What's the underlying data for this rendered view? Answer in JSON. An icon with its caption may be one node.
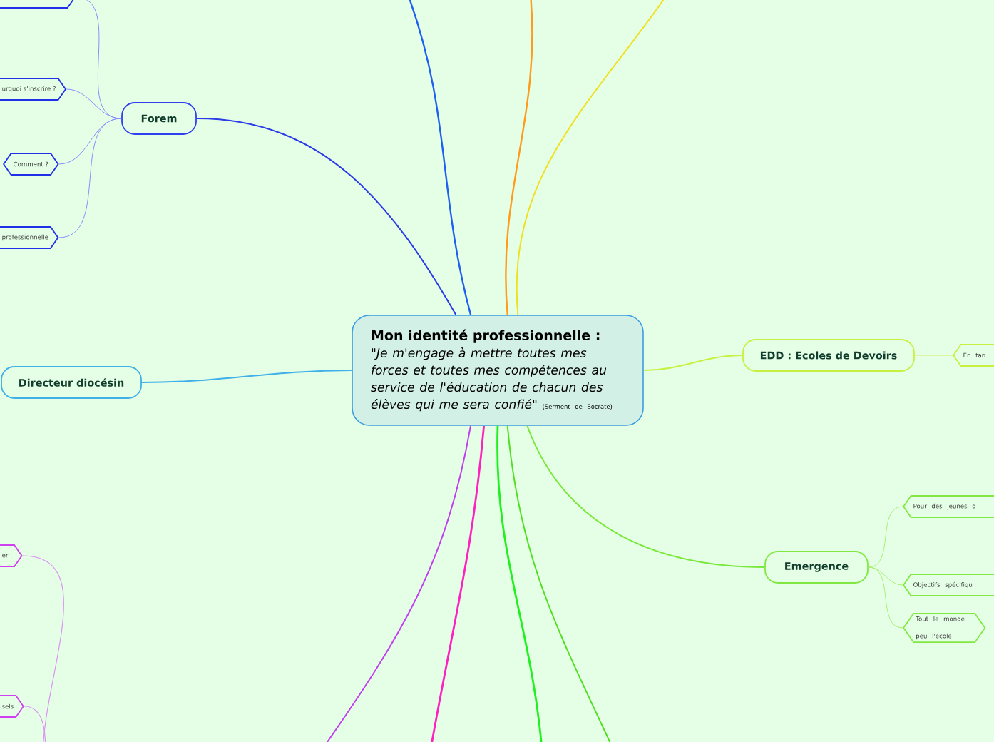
{
  "diagram": {
    "nodes": [
      {
        "text": [
          "Mon identité professionnelle :",
          "\"Je m'engage à mettre toutes mes forces et toutes mes compétences au service de l'éducation de chacun des élèves qui me sera confié\"",
          "(Serment de Socrate)"
        ]
      },
      {
        "text": [
          "Forem"
        ]
      },
      {
        "text": [],
        "shape": "box"
      },
      {
        "text": [
          "urquoi s'inscrire ?"
        ]
      },
      {
        "text": [
          "Comment ?"
        ]
      },
      {
        "text": [
          "professionnelle"
        ]
      },
      {
        "text": [
          "Directeur diocésin"
        ]
      },
      {
        "text": [
          "er :"
        ]
      },
      {
        "text": [
          "sels"
        ]
      },
      {
        "text": [
          "EDD :  Ecoles de Devoirs"
        ]
      },
      {
        "text": [
          "En tan"
        ]
      },
      {
        "text": [
          "Emergence"
        ]
      },
      {
        "text": [
          "Pour des jeunes d"
        ]
      },
      {
        "text": [
          "Objectifs spécifiqu"
        ]
      },
      {
        "text": [
          "Tout le monde peu l'école"
        ]
      }
    ],
    "edges": [
      {
        "from": 0,
        "to": 1,
        "arrow": "none",
        "color": "#2b3be8"
      },
      {
        "from": 1,
        "to": 2,
        "arrow": "none",
        "color": "#8a8cff"
      },
      {
        "from": 1,
        "to": 3,
        "arrow": "none",
        "color": "#8a8cff"
      },
      {
        "from": 1,
        "to": 4,
        "arrow": "none",
        "color": "#8a8cff"
      },
      {
        "from": 1,
        "to": 5,
        "arrow": "none",
        "color": "#8a8cff"
      },
      {
        "from": 0,
        "to": 6,
        "arrow": "none",
        "color": "#3fb0e8"
      },
      {
        "from": 0,
        "to": 9,
        "arrow": "none",
        "color": "#c8f040"
      },
      {
        "from": 9,
        "to": 10,
        "arrow": "none",
        "color": "#d8f58a"
      },
      {
        "from": 0,
        "to": 11,
        "arrow": "none",
        "color": "#7ae83a"
      },
      {
        "from": 11,
        "to": 12,
        "arrow": "none",
        "color": "#a8f070"
      },
      {
        "from": 11,
        "to": 13,
        "arrow": "none",
        "color": "#a8f070"
      },
      {
        "from": 11,
        "to": 14,
        "arrow": "none",
        "color": "#a8f070"
      },
      {
        "from": null,
        "to": 7,
        "arrow": "none",
        "color": "#dc90f5"
      },
      {
        "from": null,
        "to": 8,
        "arrow": "none",
        "color": "#dc90f5"
      },
      {
        "from": 0,
        "to": null,
        "arrow": "none",
        "color": "#2060f0"
      },
      {
        "from": 0,
        "to": null,
        "arrow": "none",
        "color": "#ff9a1a"
      },
      {
        "from": 0,
        "to": null,
        "arrow": "none",
        "color": "#f0e020"
      },
      {
        "from": 0,
        "to": null,
        "arrow": "none",
        "color": "#c040f0"
      },
      {
        "from": 0,
        "to": null,
        "arrow": "none",
        "color": "#ff20c0"
      },
      {
        "from": 0,
        "to": null,
        "arrow": "none",
        "color": "#20f020"
      },
      {
        "from": 0,
        "to": null,
        "arrow": "none",
        "color": "#50e020"
      }
    ]
  }
}
